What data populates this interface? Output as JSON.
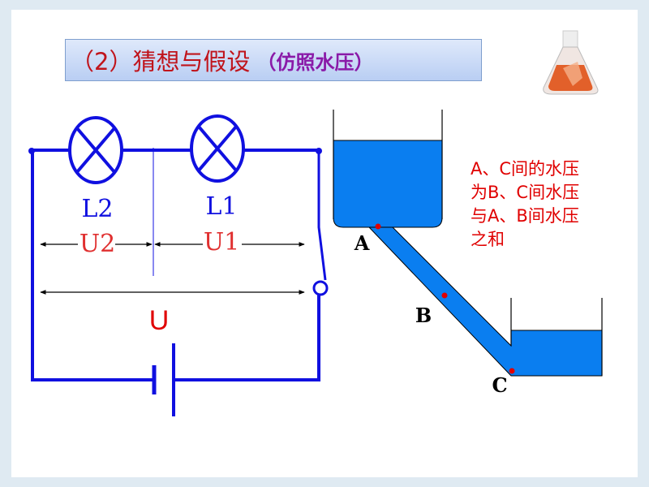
{
  "title": {
    "main": "（2）猜想与假设",
    "sub": "（仿照水压）"
  },
  "circuit": {
    "lamp1": "L1",
    "lamp2": "L2",
    "u1": "U1",
    "u2": "U2",
    "u_total": "U"
  },
  "water": {
    "points": [
      "A",
      "B",
      "C"
    ],
    "explanation": [
      "A、C间的水压",
      "为B、C间水压",
      "与A、B间水压",
      "之和"
    ]
  },
  "colors": {
    "wire": "#1010e0",
    "water": "#0a7ef0",
    "red": "#e00000",
    "title_red": "#c0141c",
    "title_purple": "#8a1aa8"
  }
}
